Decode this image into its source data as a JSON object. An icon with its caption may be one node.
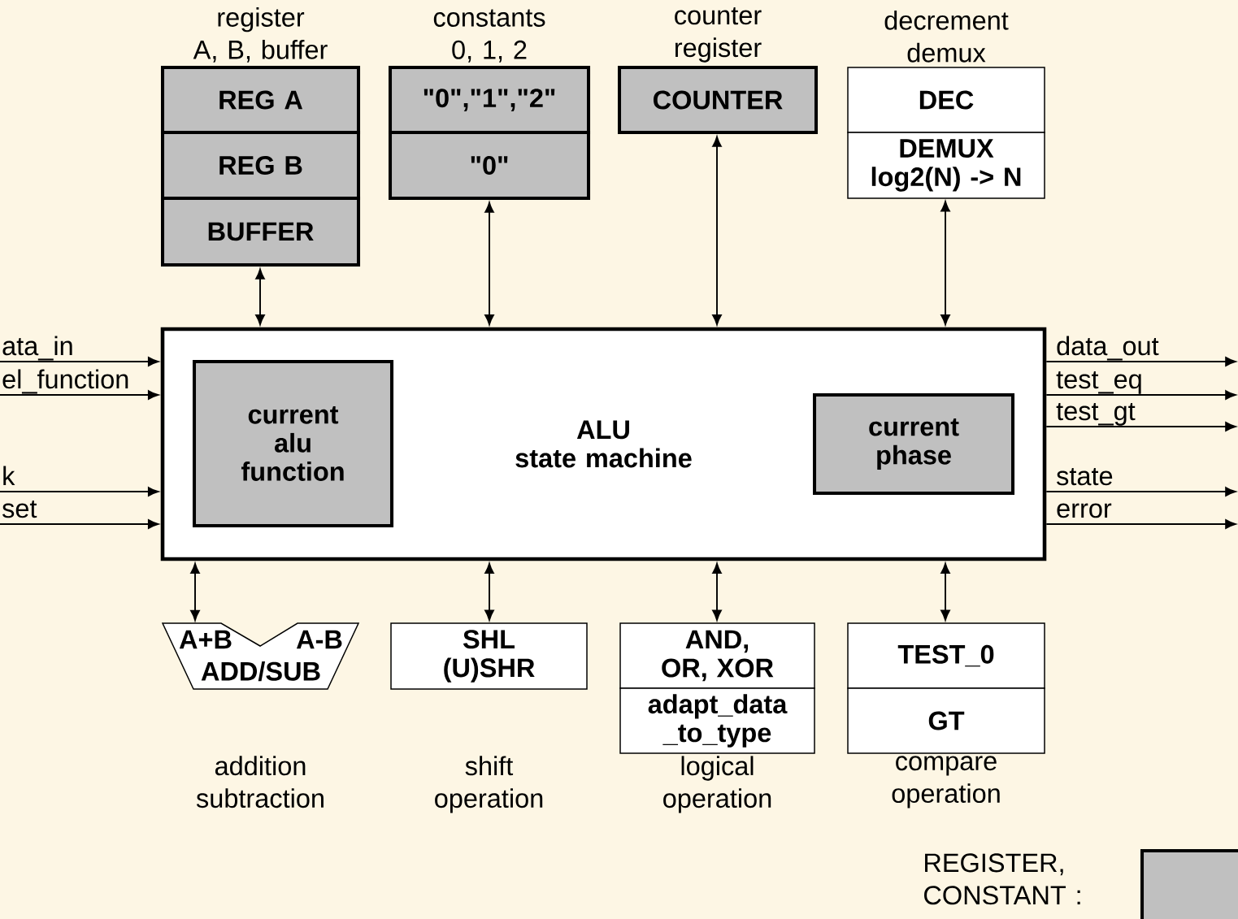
{
  "diagram": {
    "nodes": [
      {
        "text": [
          "REG A"
        ],
        "beside": [
          "register",
          "A, B, buffer"
        ]
      },
      {
        "text": [
          "REG B"
        ]
      },
      {
        "text": [
          "BUFFER"
        ]
      },
      {
        "text": [
          "\"0\",\"1\",\"2\""
        ],
        "beside": [
          "constants 0, 1, 2"
        ]
      },
      {
        "text": [
          "\"0\""
        ]
      },
      {
        "text": [
          "COUNTER"
        ],
        "beside": [
          "counter register"
        ]
      },
      {
        "text": [
          "DEC"
        ],
        "beside": [
          "decrement demux"
        ]
      },
      {
        "text": [
          "DEMUX log2(N) -> N"
        ]
      },
      {
        "text": [
          "ALU",
          "state machine"
        ]
      },
      {
        "text": [
          "current alu function"
        ],
        "in": 8
      },
      {
        "text": [
          "current phase"
        ],
        "in": 8
      },
      {
        "text": [
          "A+B",
          "A-B",
          "ADD/SUB"
        ],
        "beside": [
          "addition subtraction"
        ]
      },
      {
        "text": [
          "SHL (U)SHR"
        ],
        "beside": [
          "shift operation"
        ]
      },
      {
        "text": [
          "AND, OR, XOR"
        ]
      },
      {
        "text": [
          "adapt_data _to_type"
        ],
        "beside": [
          "logical operation"
        ]
      },
      {
        "text": [
          "TEST_0"
        ]
      },
      {
        "text": [
          "GT"
        ],
        "beside": [
          "compare operation"
        ]
      }
    ],
    "edges": [
      {
        "from": 8,
        "to": 2,
        "arrow": "both"
      },
      {
        "from": 8,
        "to": 4,
        "arrow": "both"
      },
      {
        "from": 8,
        "to": 5,
        "arrow": "both"
      },
      {
        "from": 8,
        "to": 7,
        "arrow": "both"
      },
      {
        "from": 8,
        "to": 11,
        "arrow": "both"
      },
      {
        "from": 8,
        "to": 12,
        "arrow": "both"
      },
      {
        "from": 8,
        "to": 13,
        "arrow": "both"
      },
      {
        "from": 8,
        "to": 15,
        "arrow": "both"
      },
      {
        "from": null,
        "to": 8,
        "arrow": "to",
        "label": "ata_in"
      },
      {
        "from": null,
        "to": 8,
        "arrow": "to",
        "label": "el_function"
      },
      {
        "from": null,
        "to": 8,
        "arrow": "to",
        "label": "k"
      },
      {
        "from": null,
        "to": 8,
        "arrow": "to",
        "label": "set"
      },
      {
        "from": 8,
        "to": null,
        "arrow": "to",
        "label": "data_out"
      },
      {
        "from": 8,
        "to": null,
        "arrow": "to",
        "label": "test_eq"
      },
      {
        "from": 8,
        "to": null,
        "arrow": "to",
        "label": "test_gt"
      },
      {
        "from": 8,
        "to": null,
        "arrow": "to",
        "label": "state"
      },
      {
        "from": 8,
        "to": null,
        "arrow": "to",
        "label": "error"
      }
    ],
    "legend": [
      {
        "text": "REGISTER, CONSTANT :",
        "color": "#c0c0c0"
      }
    ]
  }
}
